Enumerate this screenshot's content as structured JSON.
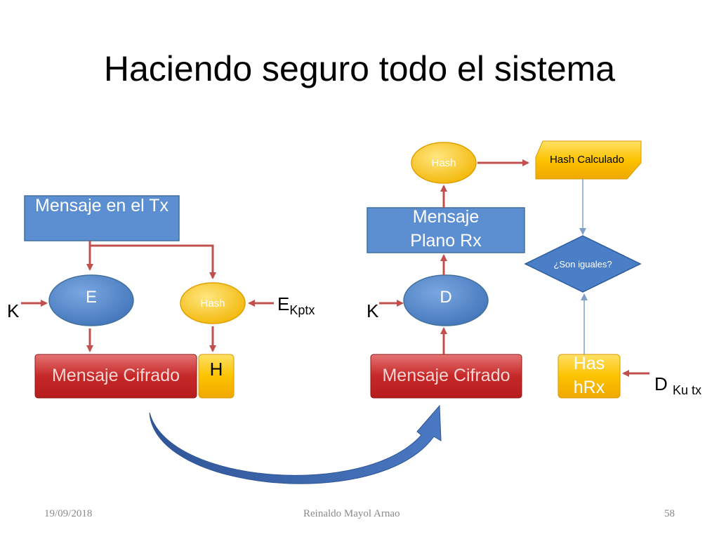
{
  "slide": {
    "title": "Haciendo seguro todo el sistema",
    "footer": {
      "date": "19/09/2018",
      "author": "Reinaldo Mayol Arnao",
      "page": "58"
    }
  },
  "diagram": {
    "tx": {
      "message": "Mensaje en el Tx",
      "encrypt": "E",
      "hash": "Hash",
      "key_label": "K",
      "key2_label": "E",
      "key2_sub": "Kptx",
      "cipher": "Mensaje Cifrado",
      "hash_out": "H"
    },
    "rx": {
      "cipher": "Mensaje Cifrado",
      "decrypt": "D",
      "key_label": "K",
      "plain": "Mensaje Plano Rx",
      "hash": "Hash",
      "hash_calc": "Hash Calculado",
      "compare": "¿Son iguales?",
      "hash_rx": "Has hRx",
      "key2_label": "D",
      "key2_sub": "Ku tx"
    }
  },
  "colors": {
    "blue_box": "#5b8fd1",
    "red_box": "#c0392b",
    "yellow_box": "#fcc300",
    "arrow": "#c0504d",
    "link": "#7ea0c8",
    "curve": "#3a64a6"
  }
}
